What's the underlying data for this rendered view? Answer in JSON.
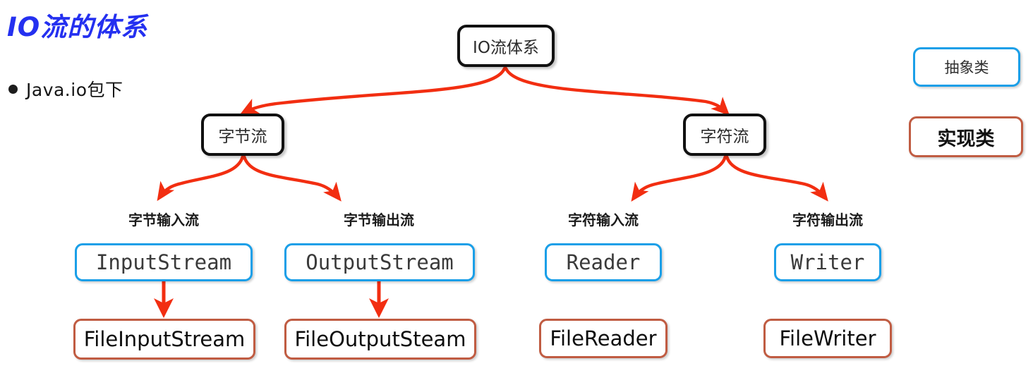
{
  "page": {
    "title": "IO流的体系",
    "bullet": "Java.io包下",
    "bullet_icon": "bullet-dot-icon"
  },
  "colors": {
    "title_blue": "#2430f0",
    "edge_red": "#f22e11",
    "abstract_border": "#1a9fe8",
    "impl_border": "#c05c42",
    "concept_border": "#111111"
  },
  "diagram": {
    "root": {
      "label": "IO流体系"
    },
    "branches": [
      {
        "label": "字节流"
      },
      {
        "label": "字符流"
      }
    ],
    "captions": [
      {
        "label": "字节输入流"
      },
      {
        "label": "字节输出流"
      },
      {
        "label": "字符输入流"
      },
      {
        "label": "字符输出流"
      }
    ],
    "abstract_classes": [
      {
        "label": "InputStream"
      },
      {
        "label": "OutputStream"
      },
      {
        "label": "Reader"
      },
      {
        "label": "Writer"
      }
    ],
    "impl_classes": [
      {
        "label": "FileInputStream"
      },
      {
        "label": "FileOutputSteam"
      },
      {
        "label": "FileReader"
      },
      {
        "label": "FileWriter"
      }
    ]
  },
  "legend": [
    {
      "label": "抽象类",
      "kind": "abstract"
    },
    {
      "label": "实现类",
      "kind": "implementation"
    }
  ]
}
